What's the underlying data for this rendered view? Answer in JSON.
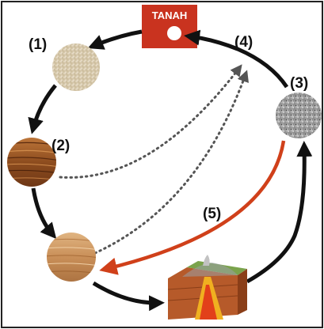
{
  "tanah": {
    "label": "TANAH",
    "color": "#c9331f"
  },
  "stages": [
    {
      "id": "1",
      "label": "(1)",
      "depicts": "sediment"
    },
    {
      "id": "2",
      "label": "(2)",
      "depicts": "layered-sedimentary-rock"
    },
    {
      "id": "3",
      "label": "(3)",
      "depicts": "igneous-granite-rock"
    },
    {
      "id": "4",
      "label": "(4)"
    },
    {
      "id": "5",
      "label": "(5)"
    }
  ],
  "colors": {
    "arrow": "#111111",
    "dotted_arrow": "#555555",
    "magma_arrow": "#d0401a",
    "border": "#222222"
  }
}
